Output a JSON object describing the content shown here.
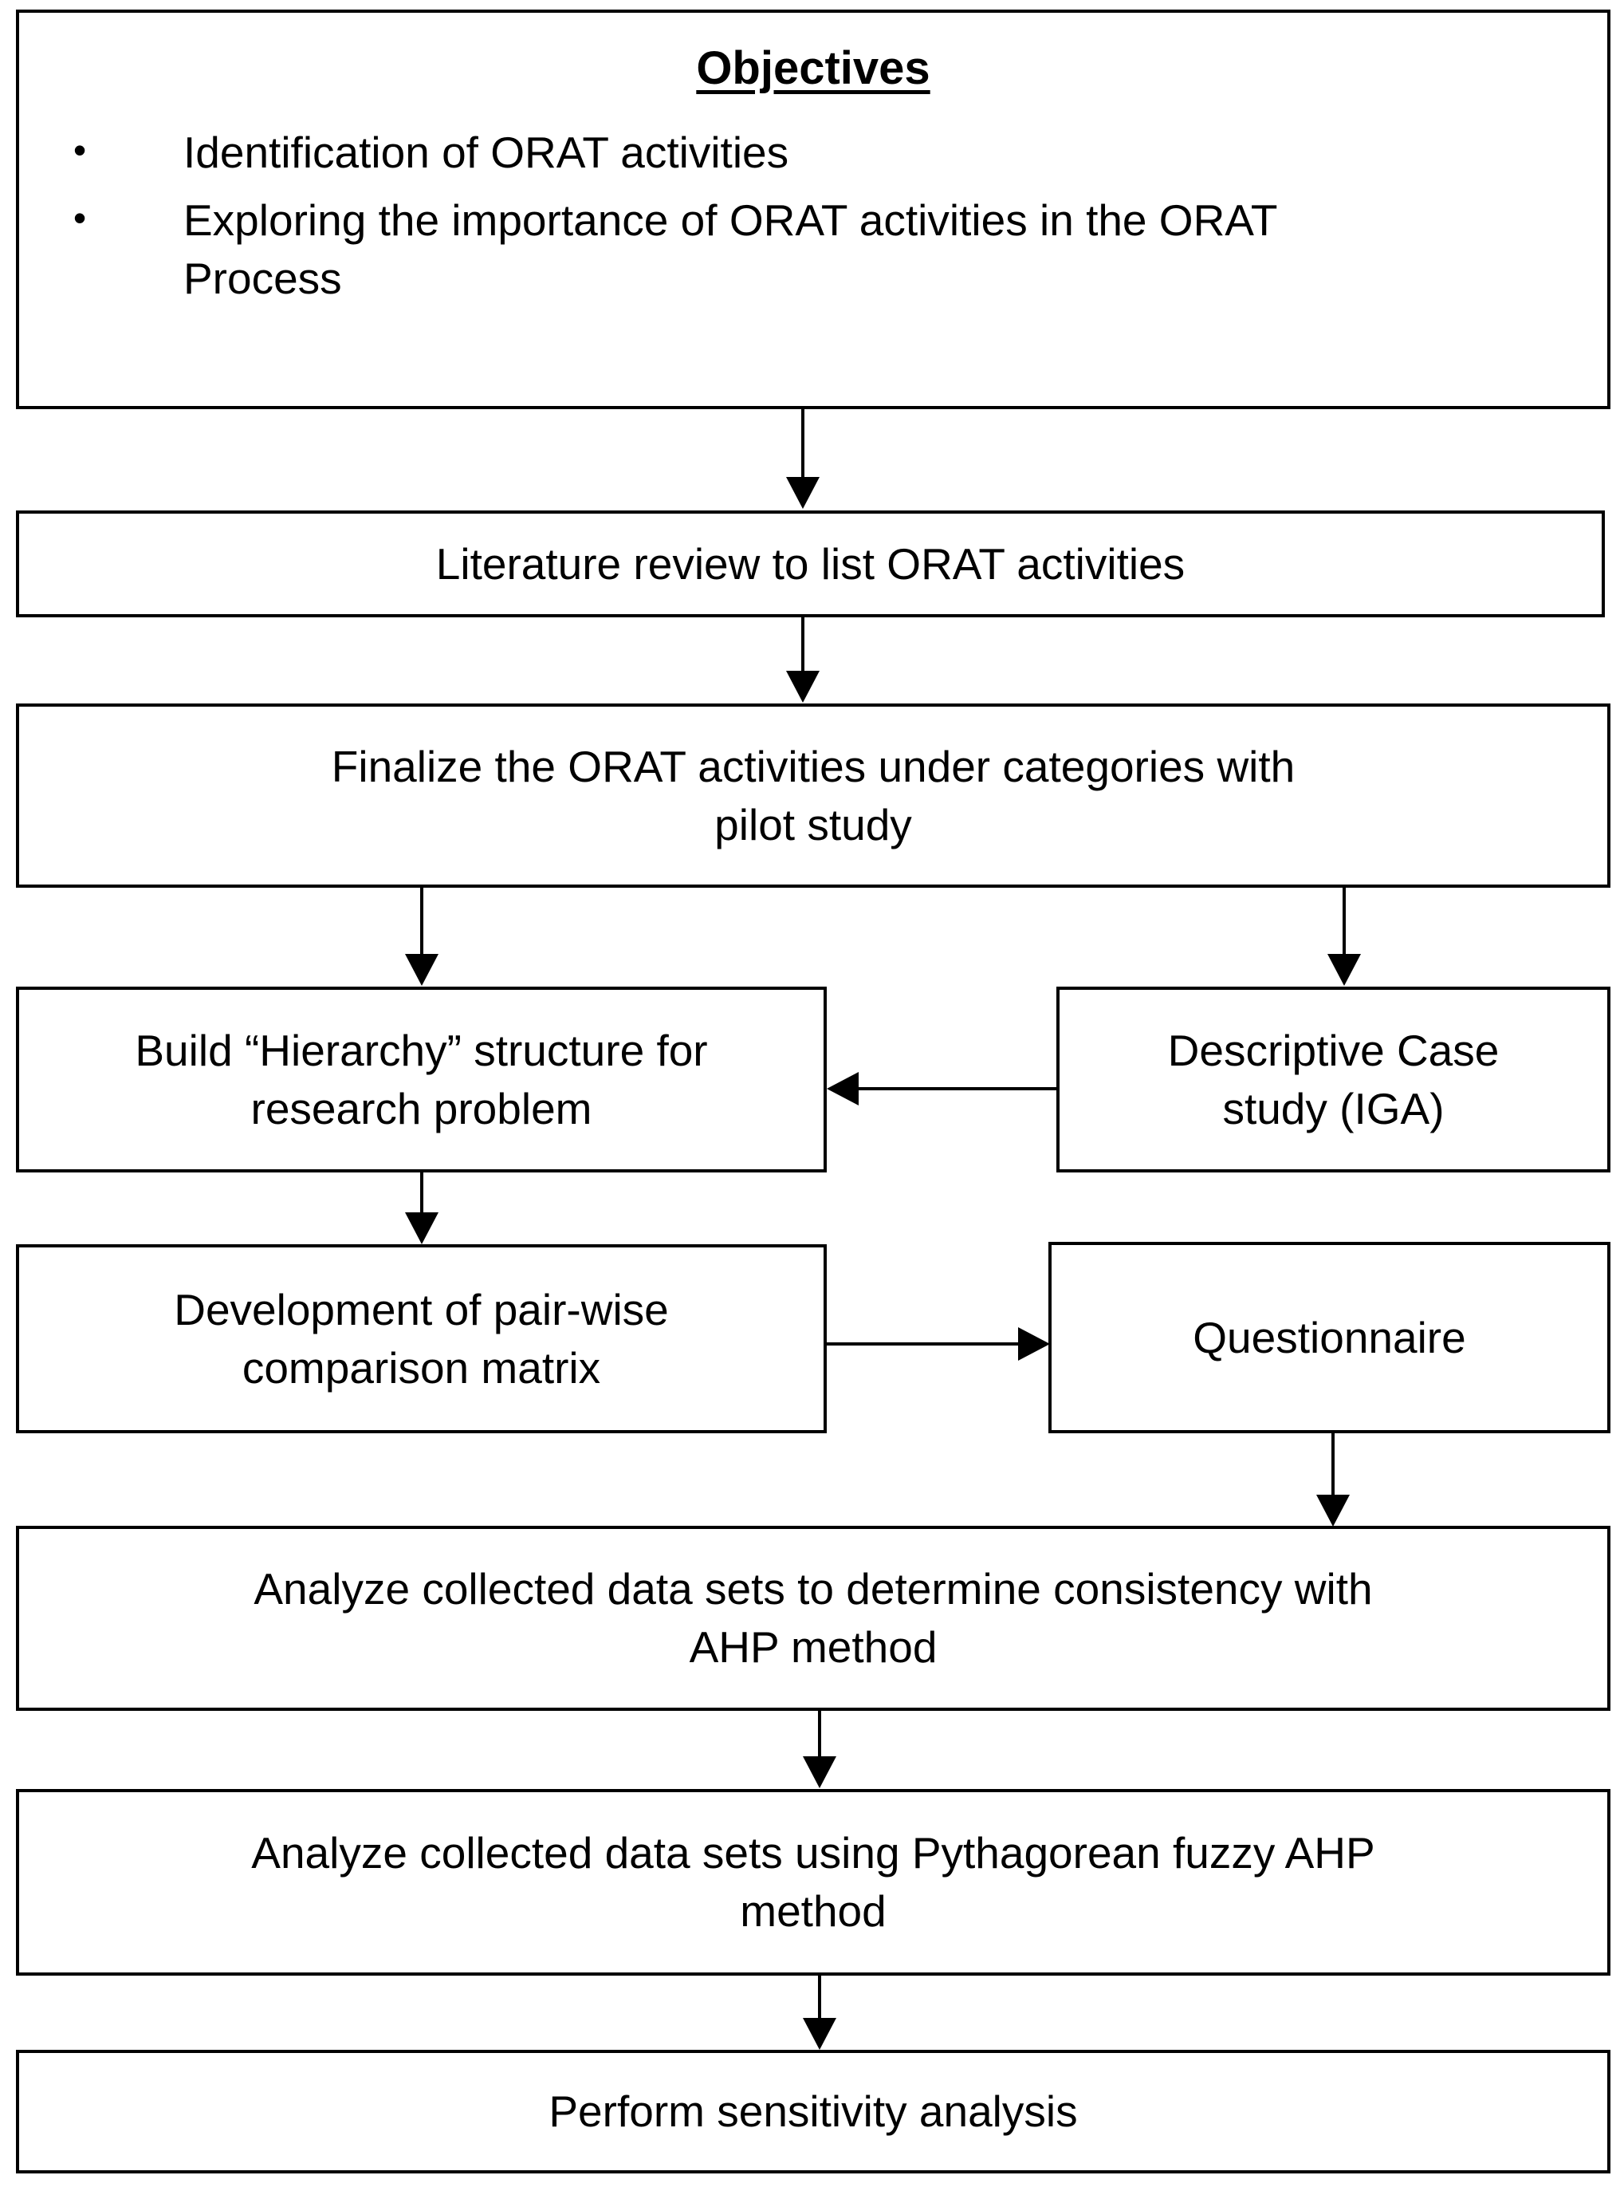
{
  "diagram": {
    "type": "flowchart",
    "title": "ORAT research methodology flowchart",
    "orientation": "top-to-bottom",
    "nodes": {
      "objectives": {
        "heading": "Objectives",
        "bullets": [
          "Identification of ORAT activities",
          "Exploring the importance of ORAT activities in the ORAT Process"
        ],
        "bullet_glyph": "•",
        "bullet_lines": [
          [
            "Identification of ORAT activities"
          ],
          [
            "Exploring the importance of ORAT activities in the ORAT",
            "Process"
          ]
        ]
      },
      "literature_review": {
        "label": "Literature review to list ORAT activities",
        "lines": [
          "Literature review to list ORAT activities"
        ]
      },
      "finalize_activities": {
        "label": "Finalize the ORAT activities under categories with pilot study",
        "lines": [
          "Finalize the ORAT activities under categories with",
          "pilot study"
        ]
      },
      "build_hierarchy": {
        "label": "Build “Hierarchy” structure for research problem",
        "lines": [
          "Build “Hierarchy” structure for",
          "research problem"
        ]
      },
      "descriptive_case_study": {
        "label": "Descriptive Case study (IGA)",
        "lines": [
          "Descriptive Case",
          "study (IGA)"
        ]
      },
      "pairwise_matrix": {
        "label": "Development of pair-wise comparison matrix",
        "lines": [
          "Development of pair-wise",
          "comparison matrix"
        ]
      },
      "questionnaire": {
        "label": "Questionnaire",
        "lines": [
          "Questionnaire"
        ]
      },
      "analyze_consistency": {
        "label": "Analyze collected data sets to determine consistency with AHP method",
        "lines": [
          "Analyze collected data sets to determine consistency with",
          "AHP method"
        ]
      },
      "analyze_pythagorean": {
        "label": "Analyze collected data sets using Pythagorean fuzzy AHP method",
        "lines": [
          "Analyze collected data sets using Pythagorean fuzzy AHP",
          "method"
        ]
      },
      "sensitivity_analysis": {
        "label": "Perform sensitivity analysis",
        "lines": [
          "Perform sensitivity analysis"
        ]
      }
    },
    "edges": [
      {
        "from": "objectives",
        "to": "literature_review",
        "direction": "down"
      },
      {
        "from": "literature_review",
        "to": "finalize_activities",
        "direction": "down"
      },
      {
        "from": "finalize_activities",
        "to": "build_hierarchy",
        "direction": "down"
      },
      {
        "from": "finalize_activities",
        "to": "descriptive_case_study",
        "direction": "down"
      },
      {
        "from": "descriptive_case_study",
        "to": "build_hierarchy",
        "direction": "left"
      },
      {
        "from": "build_hierarchy",
        "to": "pairwise_matrix",
        "direction": "down"
      },
      {
        "from": "pairwise_matrix",
        "to": "questionnaire",
        "direction": "right"
      },
      {
        "from": "questionnaire",
        "to": "analyze_consistency",
        "direction": "down"
      },
      {
        "from": "analyze_consistency",
        "to": "analyze_pythagorean",
        "direction": "down"
      },
      {
        "from": "analyze_pythagorean",
        "to": "sensitivity_analysis",
        "direction": "down"
      }
    ],
    "colors": {
      "border": "#000000",
      "fill": "#ffffff",
      "text": "#000000",
      "connector": "#000000"
    }
  }
}
